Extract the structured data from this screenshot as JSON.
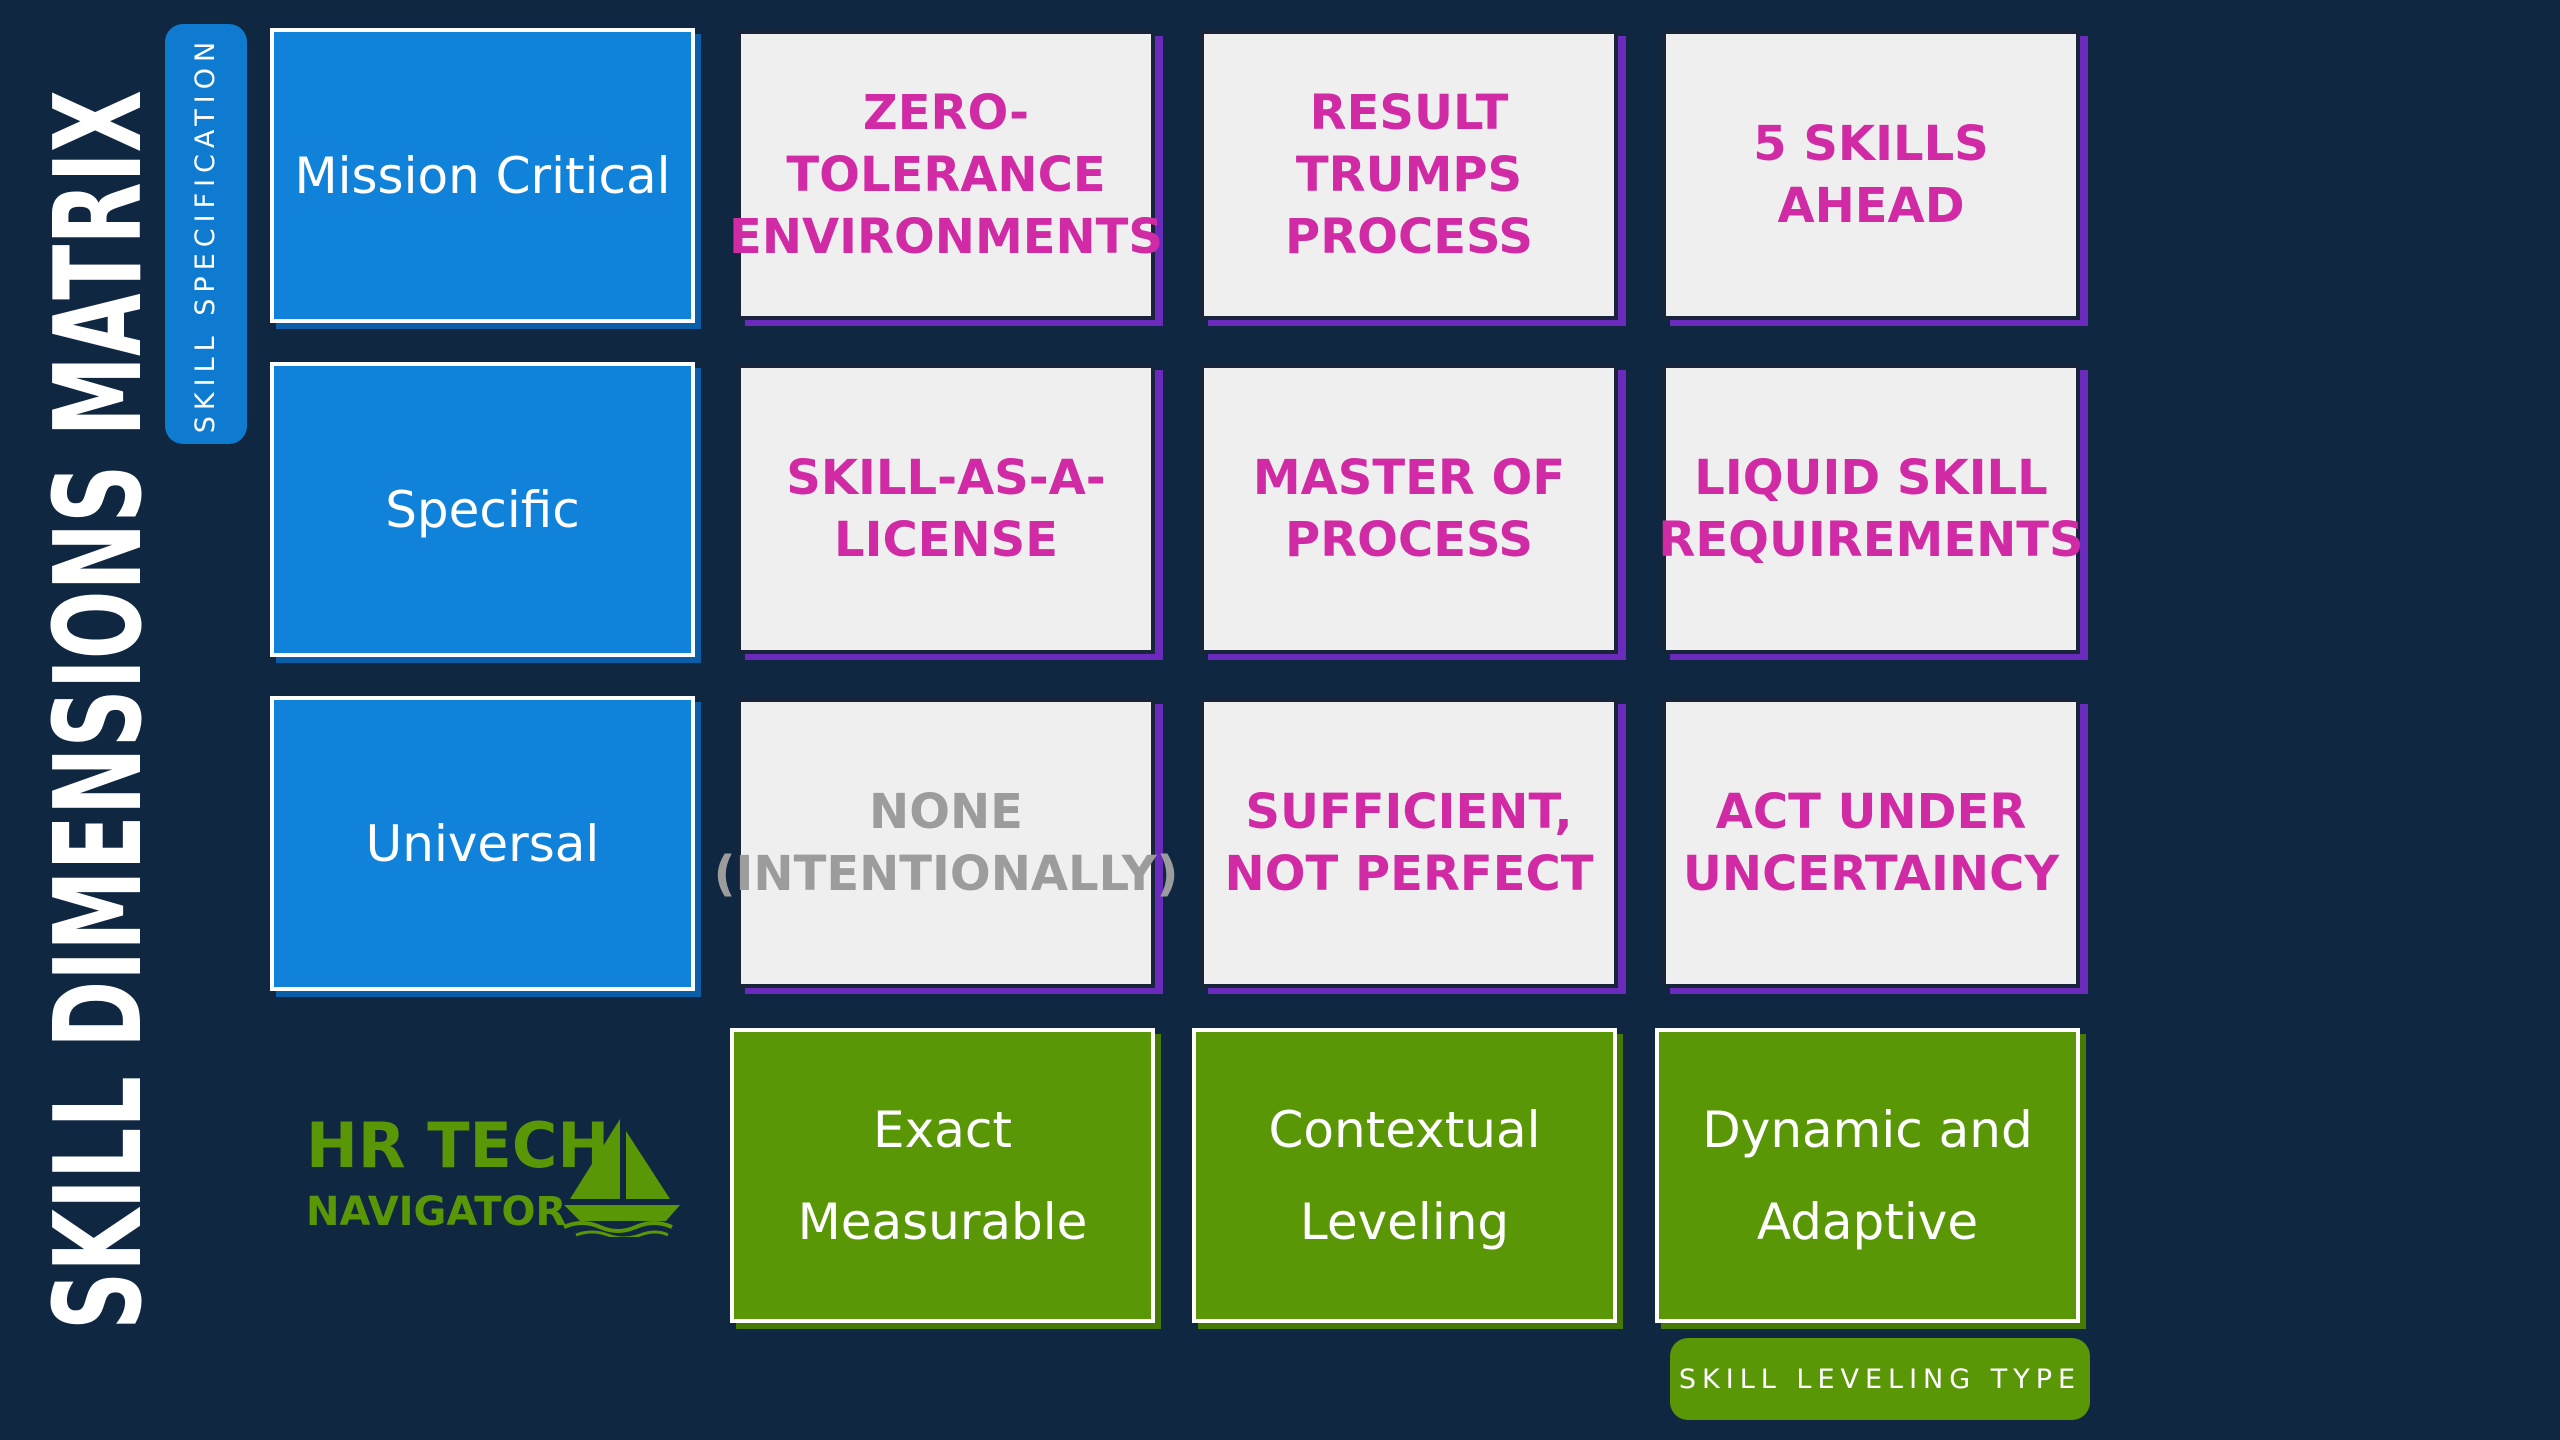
{
  "title": "SKILL DIMENSIONS MATRIX",
  "y_axis_label": "SKILL SPECIFICATION",
  "x_axis_label": "SKILL LEVELING TYPE",
  "rows": [
    {
      "label": "Mission Critical",
      "cells": [
        {
          "line1": "ZERO-TOLERANCE",
          "line2": "ENVIRONMENTS"
        },
        {
          "line1": "RESULT TRUMPS",
          "line2": "PROCESS"
        },
        {
          "line1": "5 SKILLS",
          "line2": "AHEAD"
        }
      ]
    },
    {
      "label": "Specific",
      "cells": [
        {
          "line1": "SKILL-AS-A-",
          "line2": "LICENSE"
        },
        {
          "line1": "MASTER OF",
          "line2": "PROCESS"
        },
        {
          "line1": "LIQUID SKILL",
          "line2": "REQUIREMENTS"
        }
      ]
    },
    {
      "label": "Universal",
      "cells": [
        {
          "line1": "NONE",
          "line2": "(INTENTIONALLY)"
        },
        {
          "line1": "SUFFICIENT,",
          "line2": "NOT PERFECT"
        },
        {
          "line1": "ACT UNDER",
          "line2": "UNCERTAINCY"
        }
      ]
    }
  ],
  "columns": [
    {
      "line1": "Exact",
      "line2": "Measurable"
    },
    {
      "line1": "Contextual",
      "line2": "Leveling"
    },
    {
      "line1": "Dynamic and",
      "line2": "Adaptive"
    }
  ],
  "logo": {
    "line1": "HR TECH",
    "line2": "NAVIGATOR"
  },
  "colors": {
    "background": "#0f2741",
    "row_header": "#1182d9",
    "column_footer": "#5a9707",
    "cell_background": "#efefef",
    "cell_text": "#d12aa5",
    "muted_text": "#9c9c9c",
    "cell_shadow": "#6a2bbd",
    "logo": "#5a9707"
  },
  "icons": [
    "sailboat-icon"
  ]
}
